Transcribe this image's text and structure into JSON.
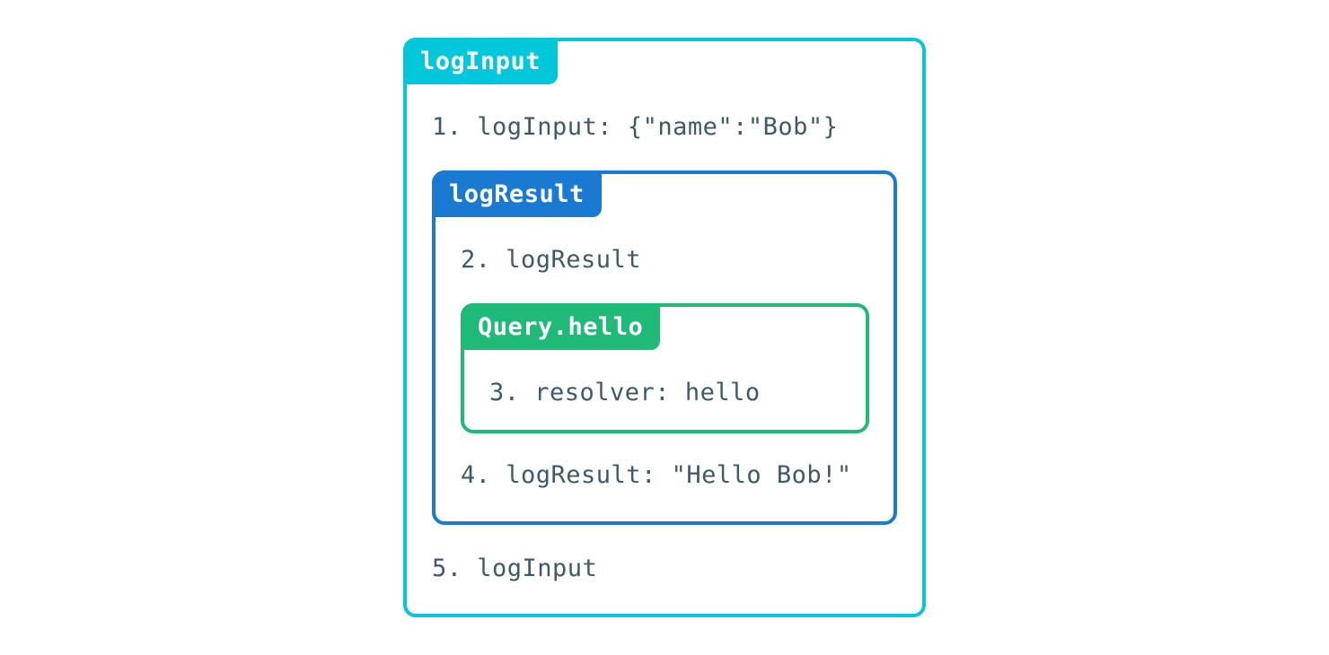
{
  "diagram": {
    "background_color": "#ffffff",
    "text_color": "#3e5a68",
    "outer_box": {
      "label": "logInput",
      "color": "#00c7d9",
      "step_before": "1. logInput: {\"name\":\"Bob\"}",
      "step_after": "5. logInput",
      "middle_box": {
        "label": "logResult",
        "color": "#1a7ad2",
        "step_before": "2. logResult",
        "step_after": "4. logResult: \"Hello Bob!\"",
        "inner_box": {
          "label": "Query.hello",
          "color": "#1fba78",
          "step": "3. resolver: hello"
        }
      }
    }
  }
}
